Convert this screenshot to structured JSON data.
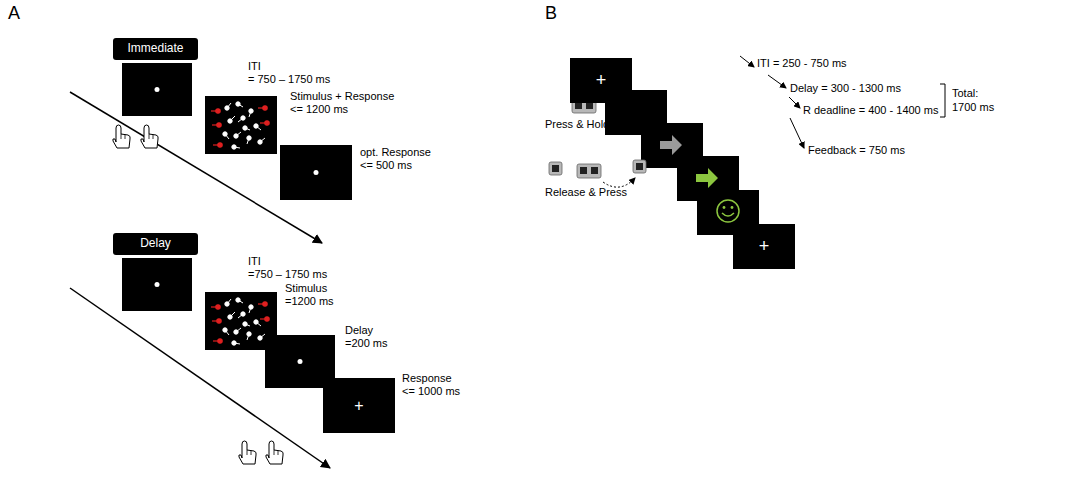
{
  "diagram": {
    "nodes": [
      {
        "text": [
          "Immediate"
        ]
      },
      {
        "text": [
          "Delay"
        ]
      },
      {
        "text": [
          "+"
        ]
      },
      {
        "text": [
          "+"
        ]
      },
      {
        "text": [
          "+"
        ]
      }
    ],
    "labels": [
      "A",
      "ITI",
      "= 750 – 1750 ms",
      "Stimulus + Response",
      "<= 1200 ms",
      "opt. Response",
      "<= 500 ms",
      "ITI",
      "=750 – 1750 ms",
      "Stimulus",
      "=1200 ms",
      "Delay",
      "=200 ms",
      "Response",
      "<= 1000 ms",
      "B",
      "Press & Hold",
      "Release & Press",
      "ITI = 250 - 750 ms",
      "Delay = 300 - 1300 ms",
      "R deadline = 400 - 1400 ms",
      "Total:",
      "1700 ms",
      "Feedback = 750 ms"
    ]
  }
}
